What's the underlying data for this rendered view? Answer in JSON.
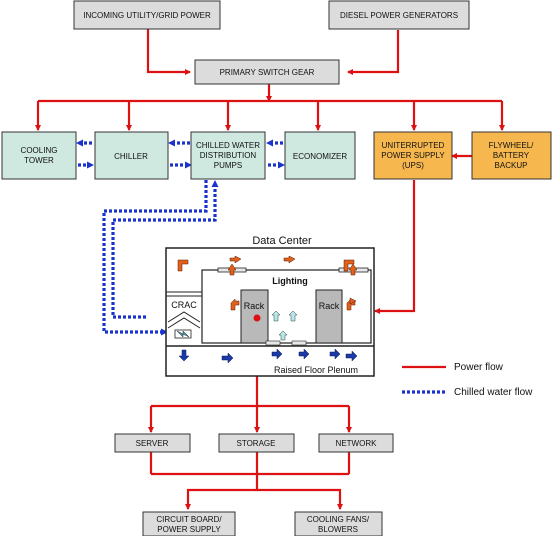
{
  "boxes": {
    "utility": "INCOMING UTILITY/GRID POWER",
    "diesel": "DIESEL POWER GENERATORS",
    "switchgear": "PRIMARY SWITCH GEAR",
    "cooling_tower": [
      "COOLING",
      "TOWER"
    ],
    "chiller": "CHILLER",
    "pumps": [
      "CHILLED WATER",
      "DISTRIBUTION",
      "PUMPS"
    ],
    "economizer": "ECONOMIZER",
    "ups": [
      "UNITERRUPTED",
      "POWER SUPPLY",
      "(UPS)"
    ],
    "flywheel": [
      "FLYWHEEL/",
      "BATTERY",
      "BACKUP"
    ],
    "server": "SERVER",
    "storage": "STORAGE",
    "network": "NETWORK",
    "circuit_board": [
      "CIRCUIT BOARD/",
      "POWER SUPPLY"
    ],
    "cooling_fans": [
      "COOLING FANS/",
      "BLOWERS"
    ]
  },
  "datacenter": {
    "title": "Data Center",
    "lighting": "Lighting",
    "rack": "Rack",
    "crac": "CRAC",
    "plenum": "Raised Floor Plenum"
  },
  "legend": {
    "power": "Power flow",
    "chilled": "Chilled water flow"
  },
  "colors": {
    "power": "#dd1111",
    "chilled": "#1a33cc",
    "box_gray": "#dcdcdc",
    "box_green": "#cfe8e0",
    "box_orange": "#f6b74e",
    "rack": "#b9b9b9",
    "arrow_orange": "#e0601c",
    "arrow_blue": "#1a3aa8"
  }
}
